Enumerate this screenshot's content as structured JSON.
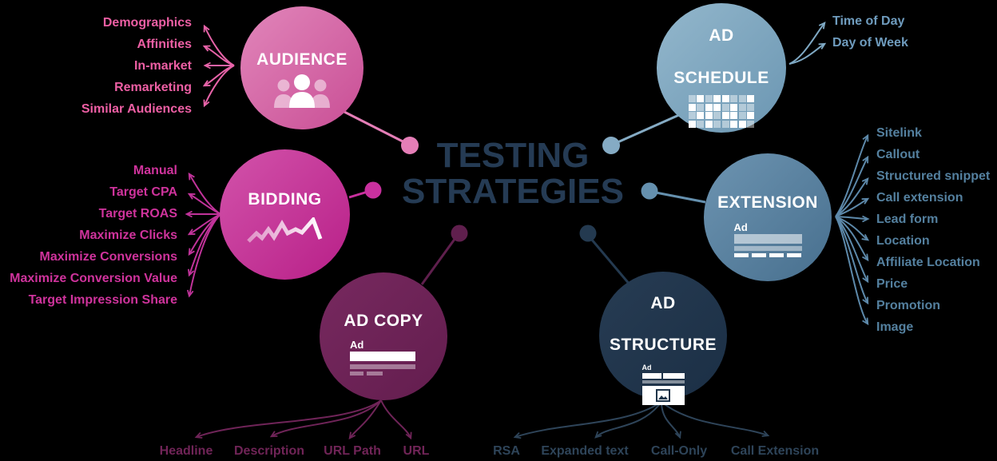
{
  "title": {
    "line1": "TESTING",
    "line2": "STRATEGIES",
    "color": "#253b54"
  },
  "background_color": "#000000",
  "nodes": {
    "audience": {
      "label": "AUDIENCE",
      "icon": "people-group-icon",
      "accent": "#d0549c",
      "branches": [
        "Demographics",
        "Affinities",
        "In-market",
        "Remarketing",
        "Similar Audiences"
      ]
    },
    "ad_schedule": {
      "label": "AD SCHEDULE",
      "lines": [
        "AD",
        "SCHEDULE"
      ],
      "icon": "calendar-grid-icon",
      "accent": "#79a3bc",
      "branches": [
        "Time of Day",
        "Day of Week"
      ]
    },
    "bidding": {
      "label": "BIDDING",
      "icon": "trend-line-icon",
      "accent": "#c12a90",
      "branches": [
        "Manual",
        "Target CPA",
        "Target ROAS",
        "Maximize Clicks",
        "Maximize Conversions",
        "Maximize Conversion Value",
        "Target Impression Share"
      ]
    },
    "extension": {
      "label": "EXTENSION",
      "icon": "ad-preview-icon",
      "icon_text": "Ad",
      "accent": "#577f9e",
      "branches": [
        "Sitelink",
        "Callout",
        "Structured snippet",
        "Call extension",
        "Lead form",
        "Location",
        "Affiliate Location",
        "Price",
        "Promotion",
        "Image"
      ]
    },
    "ad_copy": {
      "label": "AD COPY",
      "icon": "ad-text-preview-icon",
      "icon_text": "Ad",
      "accent": "#6b2158",
      "branches": [
        "Headline",
        "Description",
        "URL Path",
        "URL"
      ]
    },
    "ad_structure": {
      "label": "AD STRUCTURE",
      "lines": [
        "AD",
        "STRUCTURE"
      ],
      "icon": "ad-layout-icon",
      "icon_text": "Ad",
      "accent": "#1f3449",
      "branches": [
        "RSA",
        "Expanded text",
        "Call-Only",
        "Call Extension"
      ]
    }
  }
}
